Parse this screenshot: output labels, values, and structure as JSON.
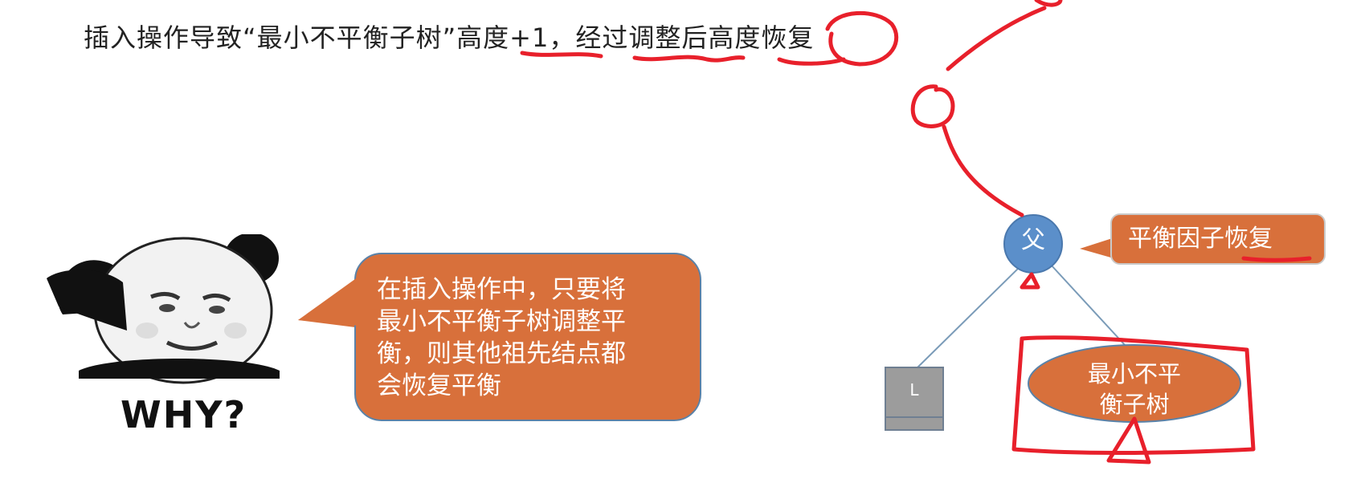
{
  "heading": "插入操作导致“最小不平衡子树”高度+1，经过调整后高度恢复",
  "meme": {
    "caption": "WHY?"
  },
  "callout_main": {
    "lines": [
      "在插入操作中，只要将",
      "最小不平衡子树调整平",
      "衡，则其他祖先结点都",
      "会恢复平衡"
    ]
  },
  "tree": {
    "parent_label": "父",
    "left_label": "L",
    "subtree_lines": [
      "最小不平",
      "衡子树"
    ],
    "note": "平衡因子恢复"
  },
  "colors": {
    "callout_fill": "#d8703b",
    "node_blue": "#5b8fca",
    "leaf_gray": "#9c9c9c",
    "annotation_red": "#e8202b"
  }
}
